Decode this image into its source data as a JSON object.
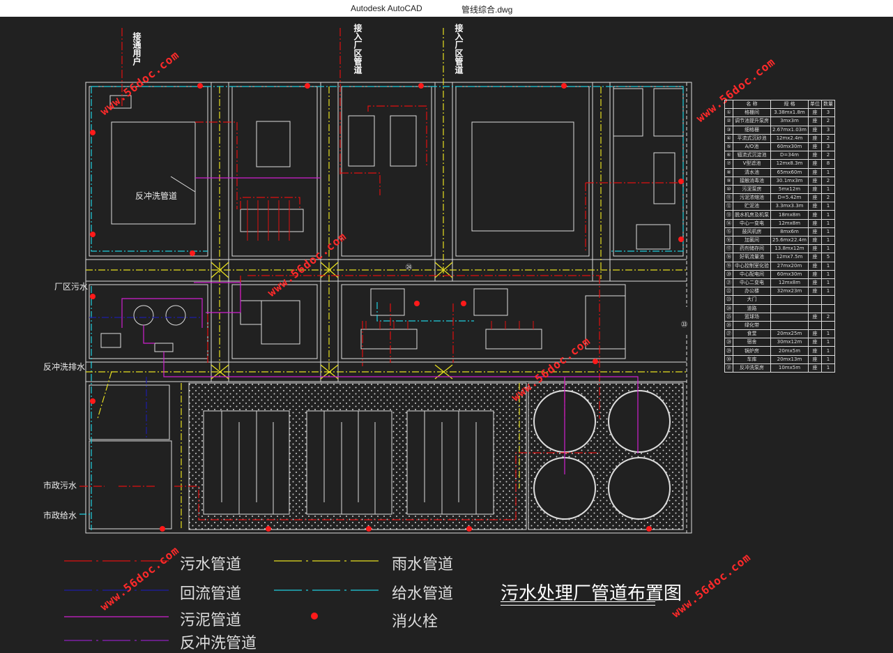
{
  "window": {
    "app_name": "Autodesk AutoCAD",
    "file_name": "管线综合.dwg"
  },
  "colors": {
    "background": "#212121",
    "sewage": "#e01010",
    "return": "#1414a0",
    "sludge": "#d020d0",
    "backwash": "#9020c0",
    "rain": "#e8e020",
    "water_supply": "#20d0e0",
    "hydrant": "#ff1a1a",
    "watermark": "#ff2a2a"
  },
  "vertical_labels": [
    "接通用户",
    "接入厂区管道",
    "接入厂区管道"
  ],
  "side_labels": {
    "plant_sewage": "厂区污水",
    "backwash_drain": "反冲洗排水",
    "municipal_sewage": "市政污水",
    "municipal_water": "市政给水"
  },
  "plan_labels": {
    "backwash_pipe": "反冲洗管道",
    "road_number": "㉔",
    "side_number": "㉝"
  },
  "watermark_text": "www.56doc.com",
  "legend": {
    "sewage": "污水管道",
    "return": "回流管道",
    "sludge": "污泥管道",
    "backwash": "反冲洗管道",
    "rain": "雨水管道",
    "water_supply": "给水管道",
    "hydrant": "消火栓"
  },
  "drawing_title": "污水处理厂管道布置图",
  "schedule": {
    "headers": [
      "",
      "名 称",
      "规 格",
      "单位",
      "数量"
    ],
    "rows": [
      [
        "①",
        "格栅间",
        "3.38mx1.8m",
        "座",
        "3"
      ],
      [
        "②",
        "调节池提升泵房",
        "3mx3m",
        "座",
        "2"
      ],
      [
        "③",
        "细格栅",
        "2.67mx1.03m",
        "座",
        "3"
      ],
      [
        "④",
        "平流式沉砂池",
        "12mx2.4m",
        "座",
        "2"
      ],
      [
        "⑤",
        "A/O池",
        "60mx30m",
        "座",
        "3"
      ],
      [
        "⑥",
        "辐流式沉淀池",
        "D=34m",
        "座",
        "2"
      ],
      [
        "⑦",
        "V型滤池",
        "12mx8.3m",
        "座",
        "8"
      ],
      [
        "⑧",
        "清水池",
        "65mx60m",
        "座",
        "1"
      ],
      [
        "⑨",
        "接触消毒池",
        "30.1mx3m",
        "座",
        "2"
      ],
      [
        "⑩",
        "污泥泵房",
        "5mx12m",
        "座",
        "1"
      ],
      [
        "⑪",
        "污泥浓缩池",
        "D=5.42m",
        "座",
        "2"
      ],
      [
        "⑫",
        "贮泥池",
        "3.3mx3.3m",
        "座",
        "1"
      ],
      [
        "⑬",
        "脱水机房及机泵",
        "18mx8m",
        "座",
        "1"
      ],
      [
        "⑭",
        "中心一变电",
        "12mx8m",
        "座",
        "1"
      ],
      [
        "⑮",
        "鼓风机房",
        "8mx6m",
        "座",
        "1"
      ],
      [
        "⑯",
        "加氯间",
        "25.6mx22.4m",
        "座",
        "1"
      ],
      [
        "⑰",
        "药剂储存间",
        "13.8mx12m",
        "座",
        "1"
      ],
      [
        "⑱",
        "好氧流量池",
        "12mx7.5m",
        "座",
        "5"
      ],
      [
        "⑲",
        "中心控制室化验",
        "27mx20m",
        "座",
        "1"
      ],
      [
        "⑳",
        "中心配电间",
        "60mx30m",
        "座",
        "1"
      ],
      [
        "㉑",
        "中心二变电",
        "12mx8m",
        "座",
        "1"
      ],
      [
        "㉒",
        "办公楼",
        "32mx23m",
        "座",
        "1"
      ],
      [
        "㉓",
        "大门",
        "",
        "",
        ""
      ],
      [
        "㉔",
        "道路",
        "",
        "",
        ""
      ],
      [
        "㉕",
        "篮球场",
        "",
        "座",
        "2"
      ],
      [
        "㉖",
        "绿化带",
        "",
        "",
        ""
      ],
      [
        "㉗",
        "食堂",
        "20mx25m",
        "座",
        "1"
      ],
      [
        "㉘",
        "宿舍",
        "30mx12m",
        "座",
        "1"
      ],
      [
        "㉙",
        "锅炉房",
        "20mx5m",
        "座",
        "1"
      ],
      [
        "㉚",
        "车库",
        "20mx13m",
        "座",
        "1"
      ],
      [
        "㉛",
        "反冲洗泵房",
        "10mx5m",
        "座",
        "1"
      ]
    ]
  }
}
